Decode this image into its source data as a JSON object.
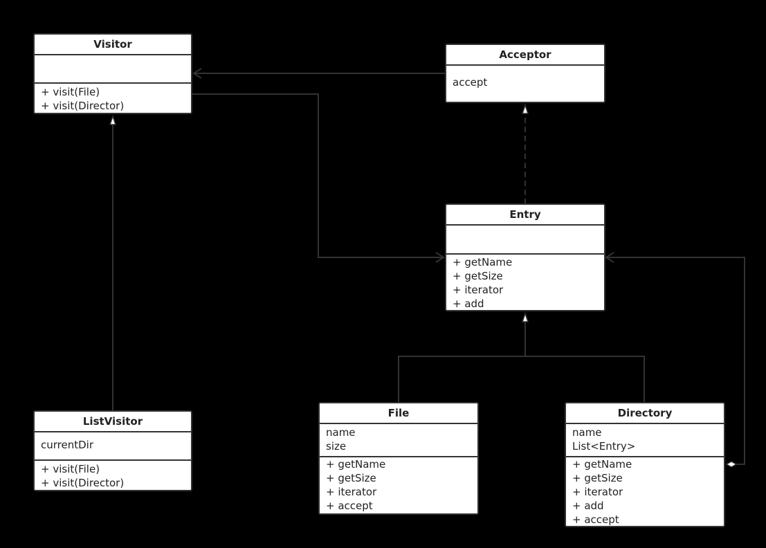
{
  "colors": {
    "background": "#000000",
    "box": "#ffffff",
    "stroke": "#333333"
  },
  "classes": {
    "visitor": {
      "name": "Visitor",
      "attributes": [],
      "methods": [
        "+ visit(File)",
        "+ visit(Director)"
      ]
    },
    "acceptor": {
      "name": "Acceptor",
      "attributes": [
        "accept"
      ]
    },
    "entry": {
      "name": "Entry",
      "attributes": [],
      "methods": [
        "+ getName",
        "+ getSize",
        "+ iterator",
        "+ add"
      ]
    },
    "listvisitor": {
      "name": "ListVisitor",
      "attributes": [
        "currentDir"
      ],
      "methods": [
        "+ visit(File)",
        "+ visit(Director)"
      ]
    },
    "file": {
      "name": "File",
      "attributes": [
        "name",
        "size"
      ],
      "methods": [
        "+ getName",
        "+ getSize",
        "+ iterator",
        "+ accept"
      ]
    },
    "directory": {
      "name": "Directory",
      "attributes": [
        "name",
        "List<Entry>"
      ],
      "methods": [
        "+ getName",
        "+ getSize",
        "+ iterator",
        "+ add",
        "+ accept"
      ]
    }
  },
  "relationships": [
    {
      "type": "dependency",
      "from": "Acceptor",
      "to": "Visitor"
    },
    {
      "type": "dependency",
      "from": "Visitor",
      "to": "Entry"
    },
    {
      "type": "realization",
      "from": "Entry",
      "to": "Acceptor"
    },
    {
      "type": "generalization",
      "from": "ListVisitor",
      "to": "Visitor"
    },
    {
      "type": "generalization",
      "from": "File",
      "to": "Entry"
    },
    {
      "type": "generalization",
      "from": "Directory",
      "to": "Entry"
    },
    {
      "type": "aggregation",
      "from": "Directory",
      "to": "Entry"
    }
  ]
}
